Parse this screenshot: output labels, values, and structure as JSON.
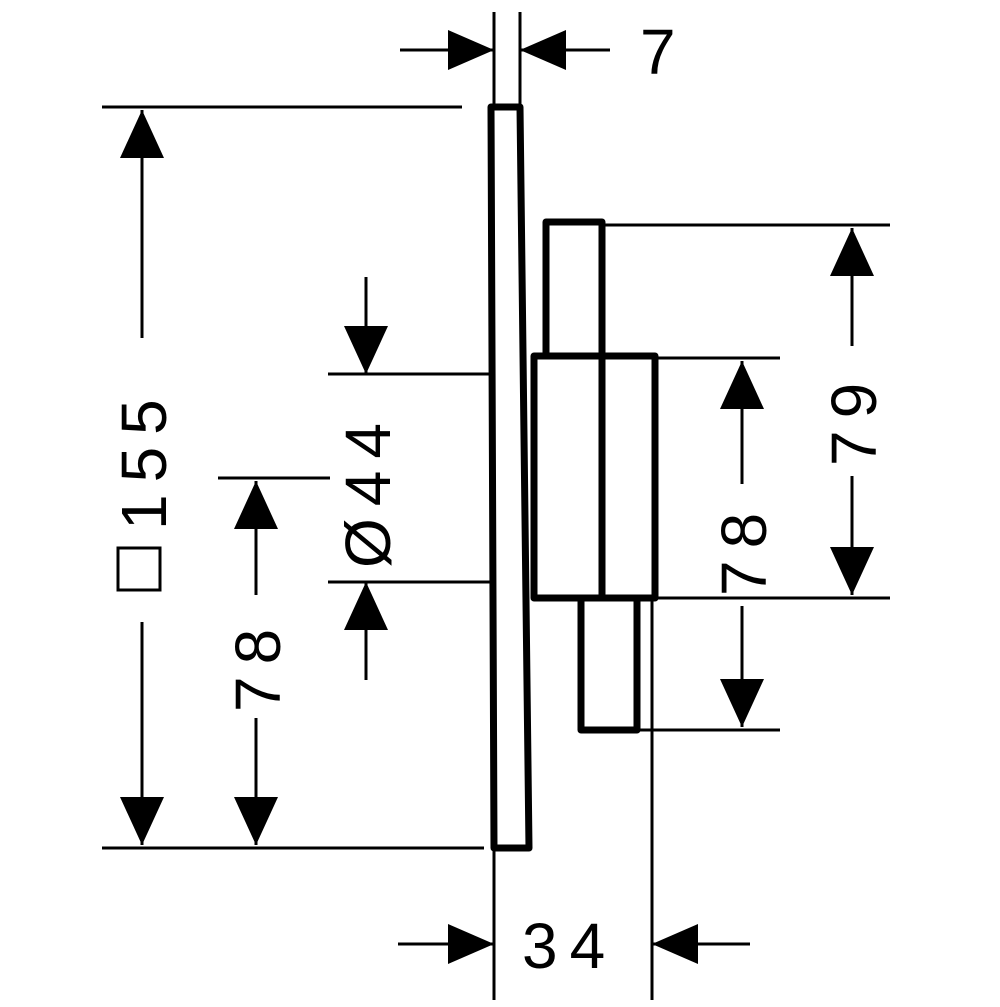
{
  "diagram": {
    "dimensions": {
      "plate_thickness": "7",
      "plate_size": "155",
      "plate_size_symbol": "square",
      "lower_offset": "78",
      "cylinder_diameter": "Ø44",
      "right_height_inner": "78",
      "right_height_outer": "79",
      "total_depth": "34"
    }
  }
}
